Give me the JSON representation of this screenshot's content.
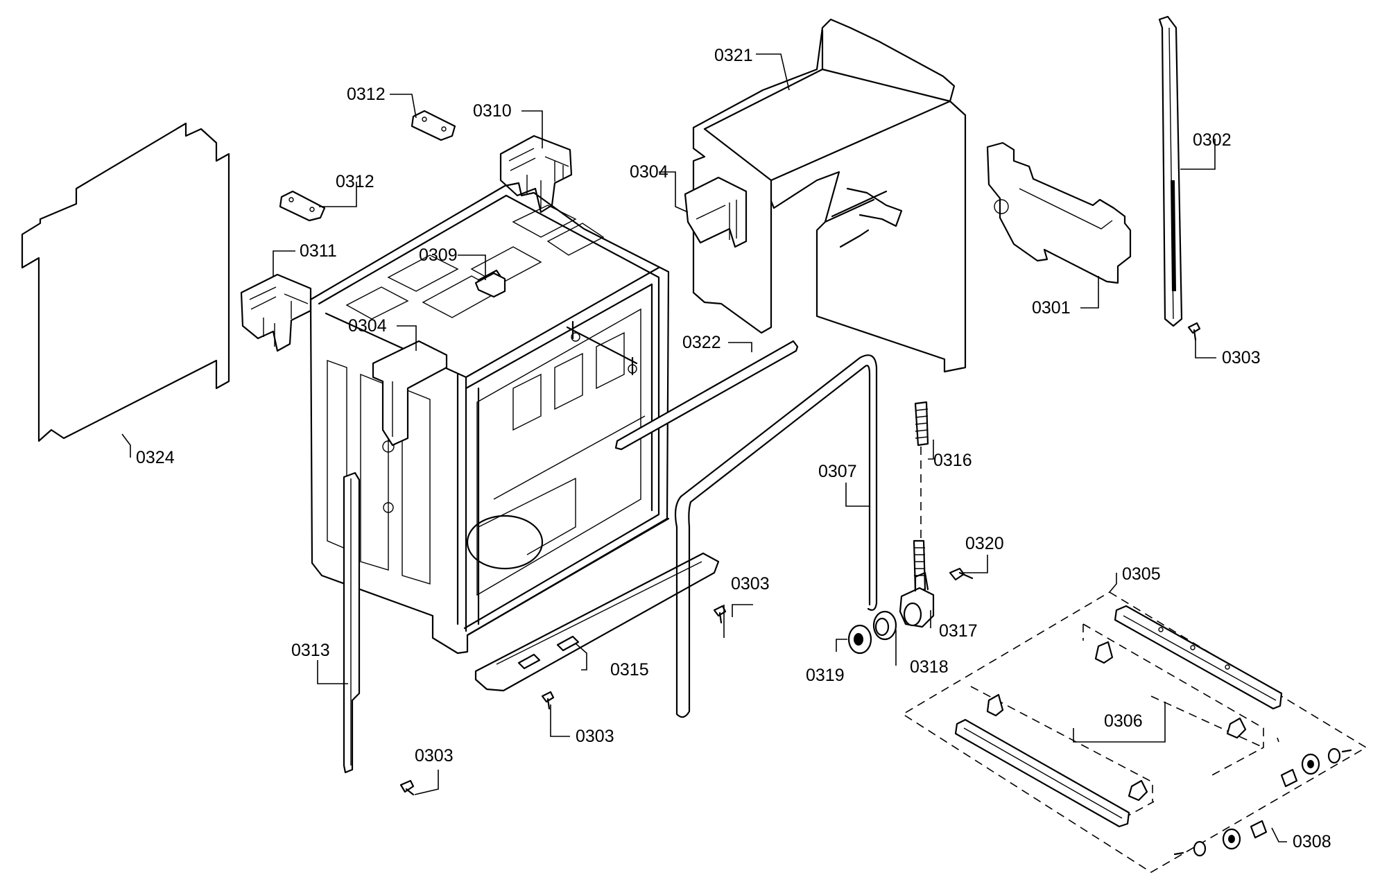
{
  "callouts": {
    "c0321": "0321",
    "c0312a": "0312",
    "c0312b": "0312",
    "c0310": "0310",
    "c0302": "0302",
    "c0304a": "0304",
    "c0304b": "0304",
    "c0311": "0311",
    "c0309": "0309",
    "c0301": "0301",
    "c0303a": "0303",
    "c0303b": "0303",
    "c0303c": "0303",
    "c0303d": "0303",
    "c0322": "0322",
    "c0316": "0316",
    "c0324": "0324",
    "c0307": "0307",
    "c0320": "0320",
    "c0305": "0305",
    "c0317": "0317",
    "c0313": "0313",
    "c0315": "0315",
    "c0319": "0319",
    "c0318": "0318",
    "c0306": "0306",
    "c0308": "0308"
  }
}
